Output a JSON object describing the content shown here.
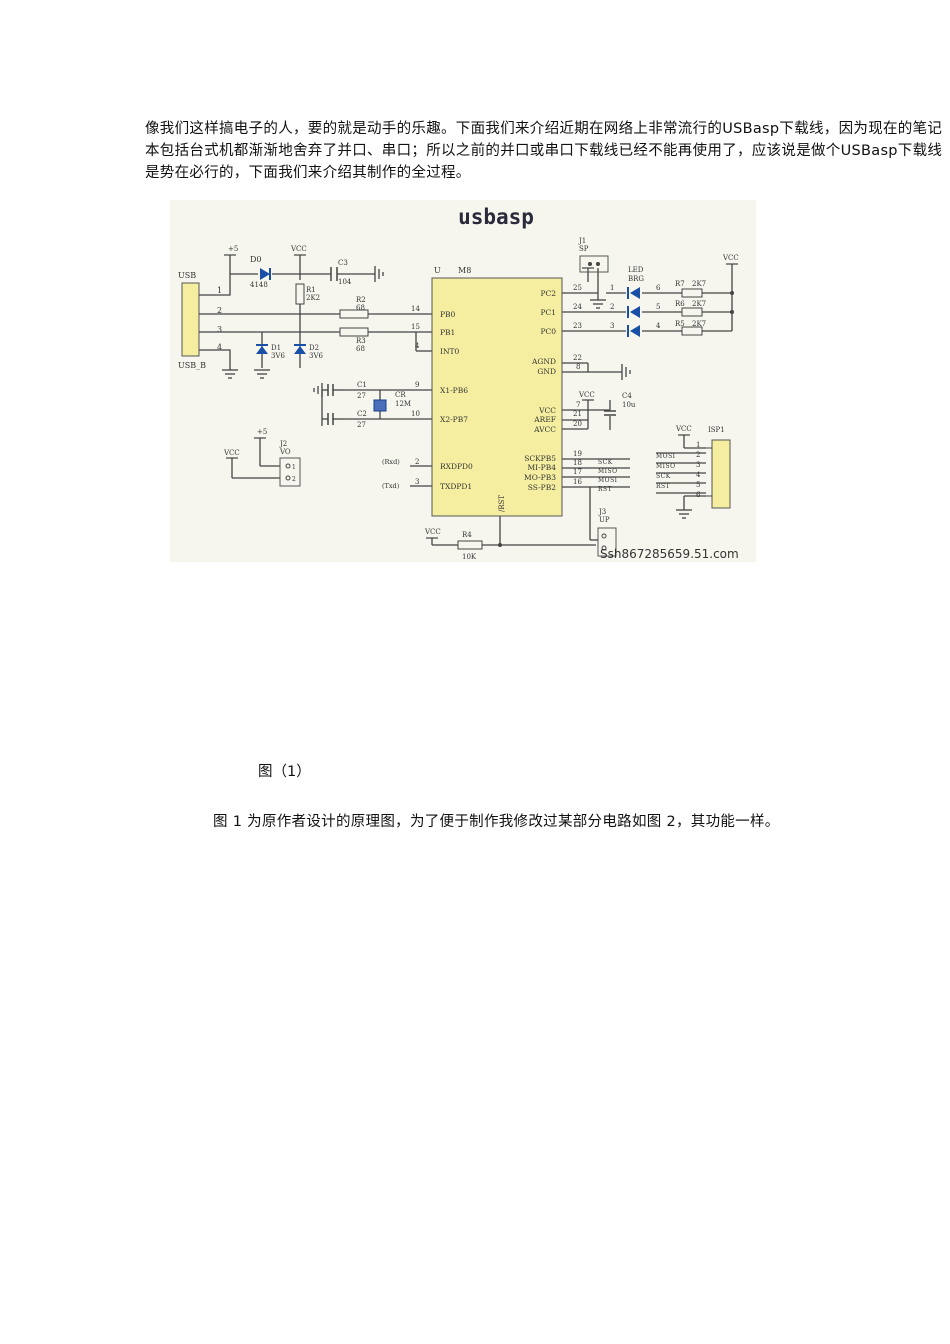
{
  "intro_text": "像我们这样搞电子的人，要的就是动手的乐趣。下面我们来介绍近期在网络上非常流行的USBasp下载线，因为现在的笔记本包括台式机都渐渐地舍弃了并口、串口；所以之前的并口或串口下载线已经不能再使用了，应该说是做个USBasp下载线是势在必行的，下面我们来介绍其制作的全过程。",
  "figure": {
    "title": "usbasp",
    "watermark": "Ssh867285659.51.com",
    "labels": {
      "plus5": "+5",
      "vcc": "VCC",
      "d0": "D0",
      "d0_val": "4148",
      "c3": "C3",
      "c3_val": "104",
      "usb": "USB",
      "usb_b": "USB_B",
      "r1": "R1",
      "r1_val": "2K2",
      "r2": "R2",
      "r2_val": "68",
      "r3": "R3",
      "r3_val": "68",
      "d1": "D1",
      "d1_val": "3V6",
      "d2": "D2",
      "d2_val": "3V6",
      "u": "U",
      "m8": "M8",
      "pb0": "PB0",
      "pb1": "PB1",
      "int0": "INT0",
      "x1": "X1-PB6",
      "x2": "X2-PB7",
      "rxd": "RXDPD0",
      "txd": "TXDPD1",
      "pc2": "PC2",
      "pc1": "PC1",
      "pc0": "PC0",
      "agnd": "AGND",
      "gnd": "GND",
      "vcc_pin": "VCC",
      "aref": "AREF",
      "avcc": "AVCC",
      "sck": "SCKPB5",
      "miso": "MI-PB4",
      "mosi": "MO-PB3",
      "ss": "SS-PB2",
      "rst": "/RST",
      "c1": "C1",
      "c1_val": "27",
      "c2": "C2",
      "c2_val": "27",
      "cr": "CR",
      "cr_val": "12M",
      "j1": "J1",
      "sp": "SP",
      "j2": "J2",
      "vo": "VO",
      "j3": "J3",
      "up": "UP",
      "led": "LED",
      "brg": "BRG",
      "r7": "R7",
      "r6": "R6",
      "r5": "R5",
      "r_led_val": "2K7",
      "c4": "C4",
      "c4_val": "10u",
      "isp1": "ISP1",
      "r4": "R4",
      "r4_val": "10K",
      "rxd_net": "(Rxd)",
      "txd_net": "(Txd)",
      "sck_net": "SCK",
      "miso_net": "MISO",
      "mosi_net": "MOSI",
      "rst_net": "RST"
    }
  },
  "caption": "图（1）",
  "body_text": "图 1 为原作者设计的原理图，为了便于制作我修改过某部分电路如图 2，其功能一样。"
}
